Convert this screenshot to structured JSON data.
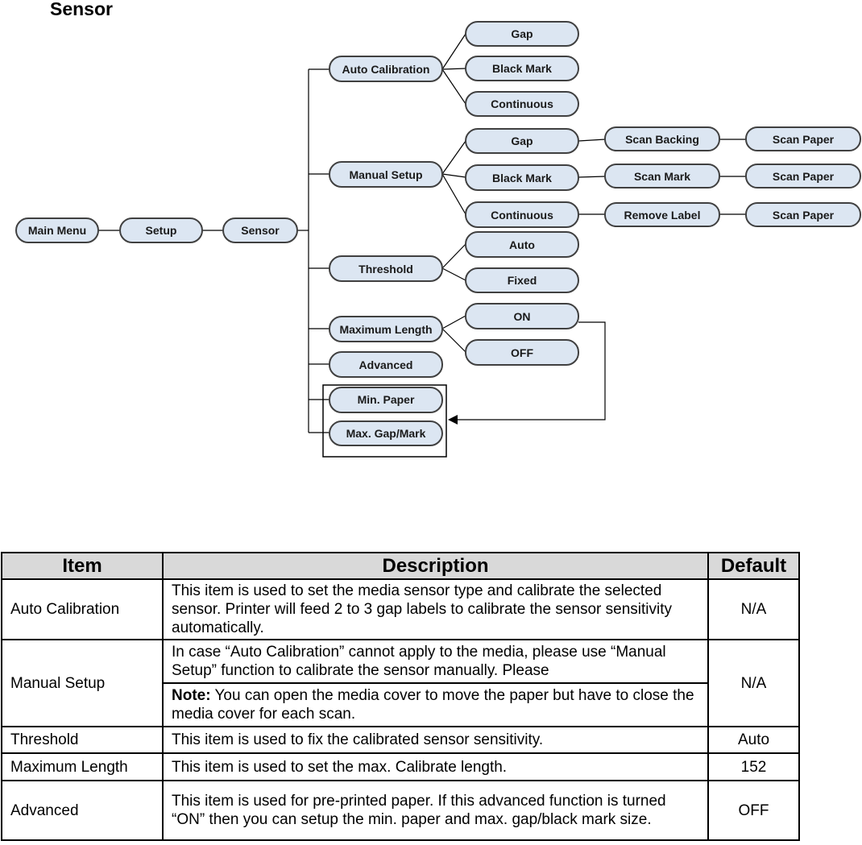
{
  "heading": "Sensor",
  "diagram": {
    "main_menu": "Main Menu",
    "setup": "Setup",
    "sensor": "Sensor",
    "auto_calibration": "Auto Calibration",
    "manual_setup": "Manual Setup",
    "threshold": "Threshold",
    "maximum_length": "Maximum Length",
    "advanced": "Advanced",
    "min_paper": "Min. Paper",
    "max_gap_mark": "Max. Gap/Mark",
    "auto_cal_options": [
      "Gap",
      "Black Mark",
      "Continuous"
    ],
    "manual_options": [
      "Gap",
      "Black Mark",
      "Continuous"
    ],
    "manual_step1": [
      "Scan Backing",
      "Scan Mark",
      "Remove Label"
    ],
    "manual_step2": [
      "Scan Paper",
      "Scan Paper",
      "Scan Paper"
    ],
    "threshold_options": [
      "Auto",
      "Fixed"
    ],
    "max_length_options": [
      "ON",
      "OFF"
    ]
  },
  "table": {
    "headers": {
      "item": "Item",
      "description": "Description",
      "default": "Default"
    },
    "rows": [
      {
        "item": "Auto Calibration",
        "description": "This item is used to set the media sensor type and calibrate the selected sensor. Printer will feed 2 to 3 gap labels to calibrate the sensor sensitivity automatically.",
        "default": "N/A"
      },
      {
        "item": "Manual Setup",
        "description": "In case “Auto Calibration” cannot apply to the media, please use “Manual Setup” function to calibrate the sensor manually. Please",
        "note_label": "Note:",
        "note_text": " You can open the media cover to move the paper but have to close the media cover for each scan.",
        "default": "N/A"
      },
      {
        "item": "Threshold",
        "description": "This item is used to fix the calibrated sensor sensitivity.",
        "default": "Auto"
      },
      {
        "item": "Maximum Length",
        "description": "This item is used to set the max. Calibrate length.",
        "default": "152"
      },
      {
        "item": "Advanced",
        "description": "This item is used for pre-printed paper. If this advanced function is turned “ON” then you can setup the min. paper and max. gap/black mark size.",
        "default": "OFF"
      }
    ]
  }
}
